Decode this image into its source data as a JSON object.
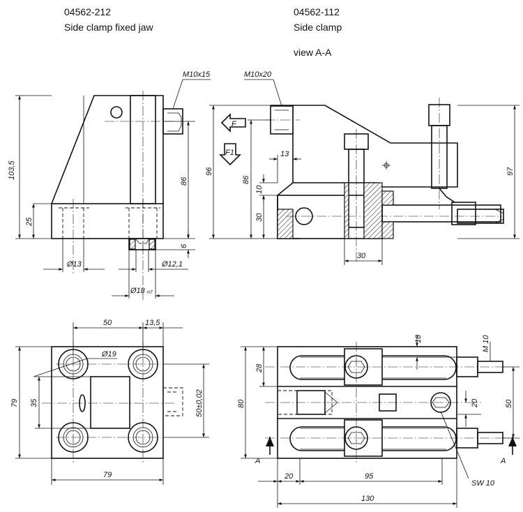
{
  "header": {
    "left_code": "04562-212",
    "left_title": "Side clamp fixed jaw",
    "right_code": "04562-112",
    "right_title": "Side clamp",
    "right_view": "view A-A"
  },
  "dimensions": {
    "m10x15": "M10x15",
    "m10x20": "M10x20",
    "d103_5": "103,5",
    "d25": "25",
    "d86_left": "86",
    "d6": "6",
    "d13_dia": "Ø13",
    "d12_1": "Ø12,1",
    "d18_main": "Ø18",
    "d18_tol": "n7",
    "d96": "96",
    "d86_right": "86",
    "d13": "13",
    "d10": "10",
    "d30_vert": "30",
    "d30_horiz": "30",
    "d97": "97",
    "d50_top": "50",
    "d13_5": "13,5",
    "d19_dia": "Ø19",
    "d79_vert": "79",
    "d35": "35",
    "d50_tol": "50±0,02",
    "d79_horiz": "79",
    "d18_small": "18",
    "d28": "28",
    "d80": "80",
    "d20_vert": "20",
    "d50_right": "50",
    "m10": "M 10",
    "d20_horiz": "20",
    "d95": "95",
    "d130": "130",
    "sw10": "SW 10"
  },
  "labels": {
    "force_f": "F",
    "force_f1": "F1",
    "section_a_left": "A",
    "section_a_right": "A"
  }
}
